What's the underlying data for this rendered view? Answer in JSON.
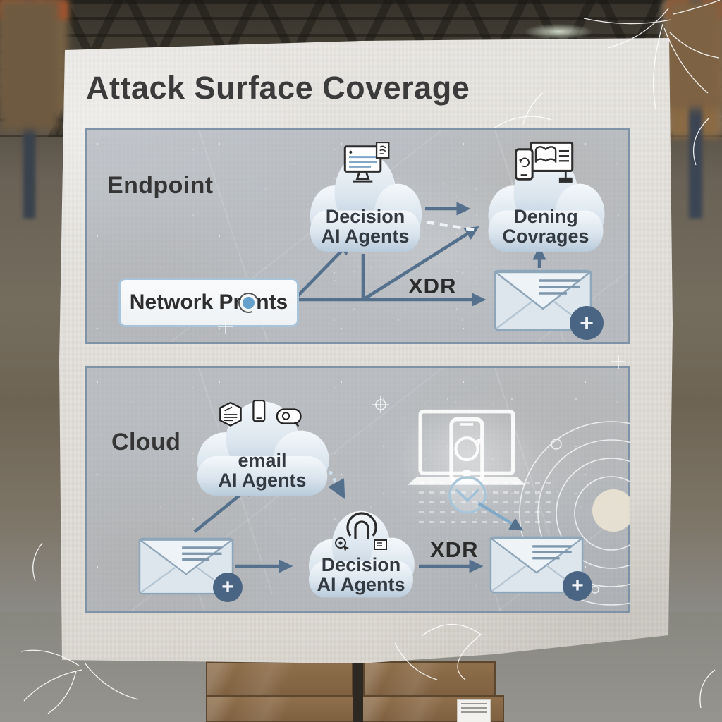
{
  "title": "Attack Surface Coverage",
  "badge_plus": "+",
  "colors": {
    "arrow": "#54708c",
    "panel_border": "#7f93a8",
    "cloud_text": "#333a42",
    "badge_background": "#4a6583",
    "title_text": "#3b3b3b",
    "network_box_border": "#a9c3d8",
    "dashed_edge_white": "#eef3f8",
    "dotted_edge_blue": "#cadeee"
  },
  "panels": [
    {
      "label": "Endpoint",
      "xdr_label": "XDR",
      "nodes": {
        "decision_cloud": {
          "line1": "Decision",
          "line2": "AI Agents",
          "icon": "monitor-document-icon"
        },
        "dening_cloud": {
          "line1": "Dening",
          "line2": "Covrages",
          "icon": "phone-monitor-icon"
        },
        "network_box": {
          "prefix": "Network Pr",
          "suffix": "nts",
          "icon": "radar-dot-icon"
        },
        "envelope": {
          "icon": "envelope-plus-icon"
        }
      }
    },
    {
      "label": "Cloud",
      "xdr_label": "XDR",
      "nodes": {
        "email_cloud": {
          "line1": "email",
          "line2": "AI Agents",
          "icons": [
            "hexagon-document-icon",
            "phone-icon",
            "chat-bubble-icon"
          ]
        },
        "decision_cloud": {
          "line1": "Decision",
          "line2": "AI Agents",
          "icons": [
            "click-target-icon",
            "target-cursor-icon",
            "list-card-icon"
          ]
        },
        "envelope_left": {
          "icon": "envelope-plus-icon"
        },
        "envelope_right": {
          "icon": "envelope-plus-icon"
        },
        "laptop_graphic": "laptop-phone-glow-graphic",
        "orbit_graphic": "orbit-rings-graphic"
      }
    }
  ]
}
